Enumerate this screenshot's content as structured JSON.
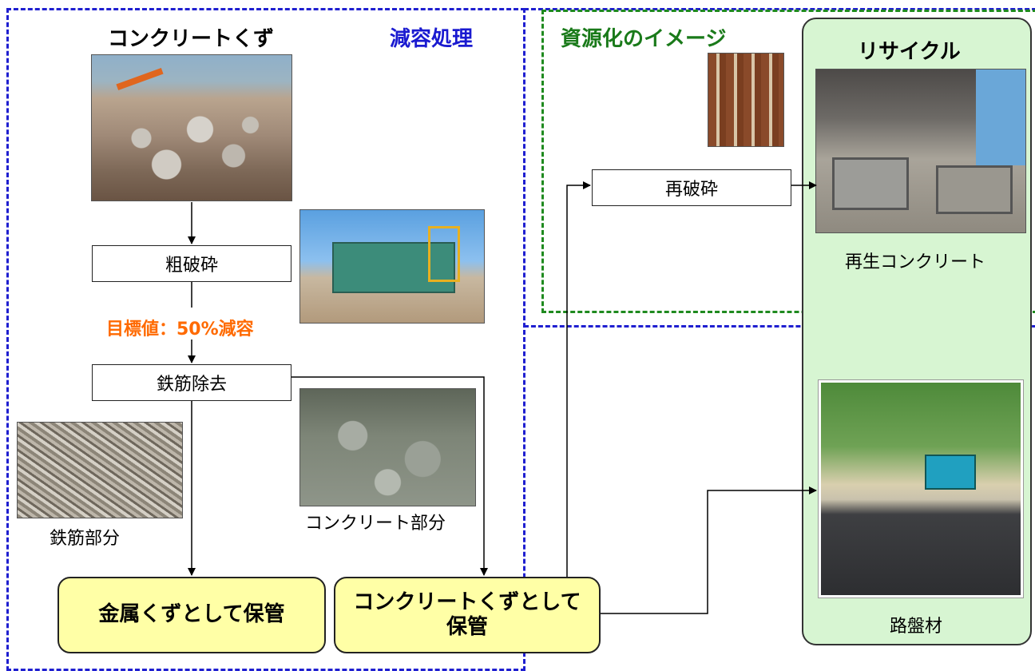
{
  "regions": {
    "volume_reduction_title": "減容処理",
    "resource_image_title": "資源化のイメージ",
    "recycle_title": "リサイクル"
  },
  "source": {
    "title": "コンクリートくず"
  },
  "process": {
    "coarse_crush": "粗破砕",
    "target": "目標値：50%減容",
    "rebar_removal": "鉄筋除去",
    "recrush": "再破砕"
  },
  "parts": {
    "rebar_part": "鉄筋部分",
    "concrete_part": "コンクリート部分"
  },
  "storage": {
    "metal_scrap": "金属くずとして保管",
    "concrete_scrap": "コンクリートくずとして\n保管"
  },
  "outputs": {
    "recycled_concrete": "再生コンクリート",
    "roadbed": "路盤材"
  },
  "colors": {
    "blue_border": "#1f1fd0",
    "green_border": "#1f8a1f",
    "orange_text": "#ff6a00",
    "storage_fill": "#ffffa6",
    "recycle_fill": "#d7f5d2"
  }
}
